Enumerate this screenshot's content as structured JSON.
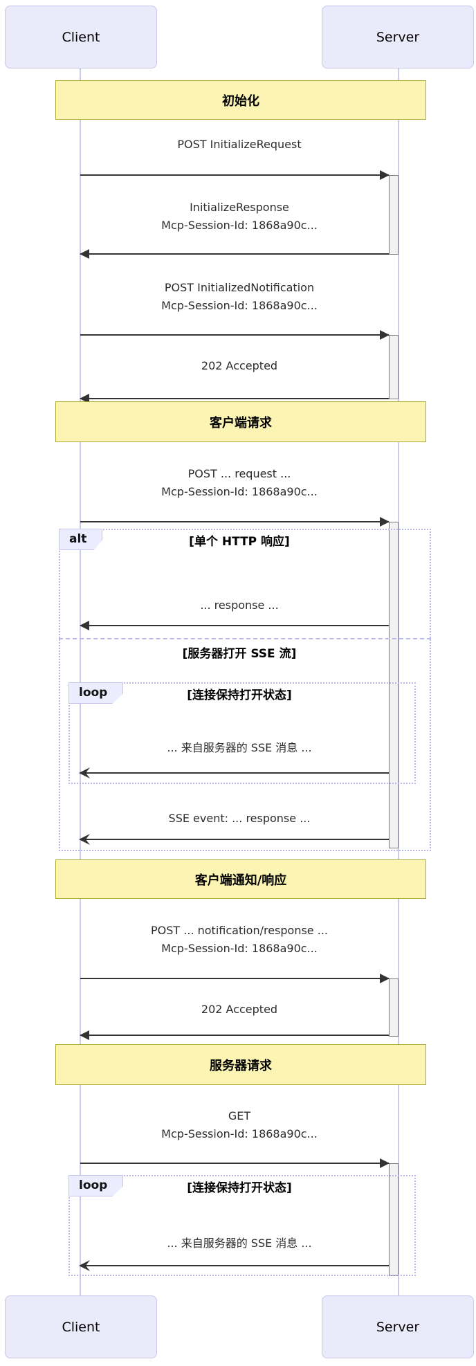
{
  "participants": {
    "client": "Client",
    "server": "Server"
  },
  "sections": {
    "init": "初始化",
    "client_request": "客户端请求",
    "client_notify": "客户端通知/响应",
    "server_request": "服务器请求"
  },
  "fragments": {
    "alt": {
      "label": "alt",
      "branch_single_response": "[单个 HTTP 响应]",
      "branch_sse_stream": "[服务器打开 SSE 流]"
    },
    "loop_sse": {
      "label": "loop",
      "condition": "[连接保持打开状态]"
    },
    "loop_get": {
      "label": "loop",
      "condition": "[连接保持打开状态]"
    }
  },
  "messages": {
    "init_request": {
      "line1": "POST InitializeRequest"
    },
    "init_response": {
      "line1": "InitializeResponse",
      "line2": "Mcp-Session-Id: 1868a90c..."
    },
    "initialized_notification": {
      "line1": "POST InitializedNotification",
      "line2": "Mcp-Session-Id: 1868a90c..."
    },
    "accepted_1": {
      "line1": "202 Accepted"
    },
    "client_post_request": {
      "line1": "POST ... request ...",
      "line2": "Mcp-Session-Id: 1868a90c..."
    },
    "single_response": {
      "line1": "... response ..."
    },
    "sse_message_1": {
      "line1": "... 来自服务器的 SSE 消息 ..."
    },
    "sse_event_response": {
      "line1": "SSE event: ... response ..."
    },
    "post_notification": {
      "line1": "POST ... notification/response ...",
      "line2": "Mcp-Session-Id: 1868a90c..."
    },
    "accepted_2": {
      "line1": "202 Accepted"
    },
    "get_request": {
      "line1": "GET",
      "line2": "Mcp-Session-Id: 1868a90c..."
    },
    "sse_message_2": {
      "line1": "... 来自服务器的 SSE 消息 ..."
    }
  },
  "colors": {
    "participant_fill": "#EAEAFB",
    "participant_border": "#C8C8E8",
    "band_fill": "#FBF4B3",
    "band_border": "#AAAA33",
    "lifeline": "#CBCBEF",
    "fragment_border": "#B9B9E8",
    "activation_fill": "#F2F2F2",
    "arrow": "#333333"
  }
}
